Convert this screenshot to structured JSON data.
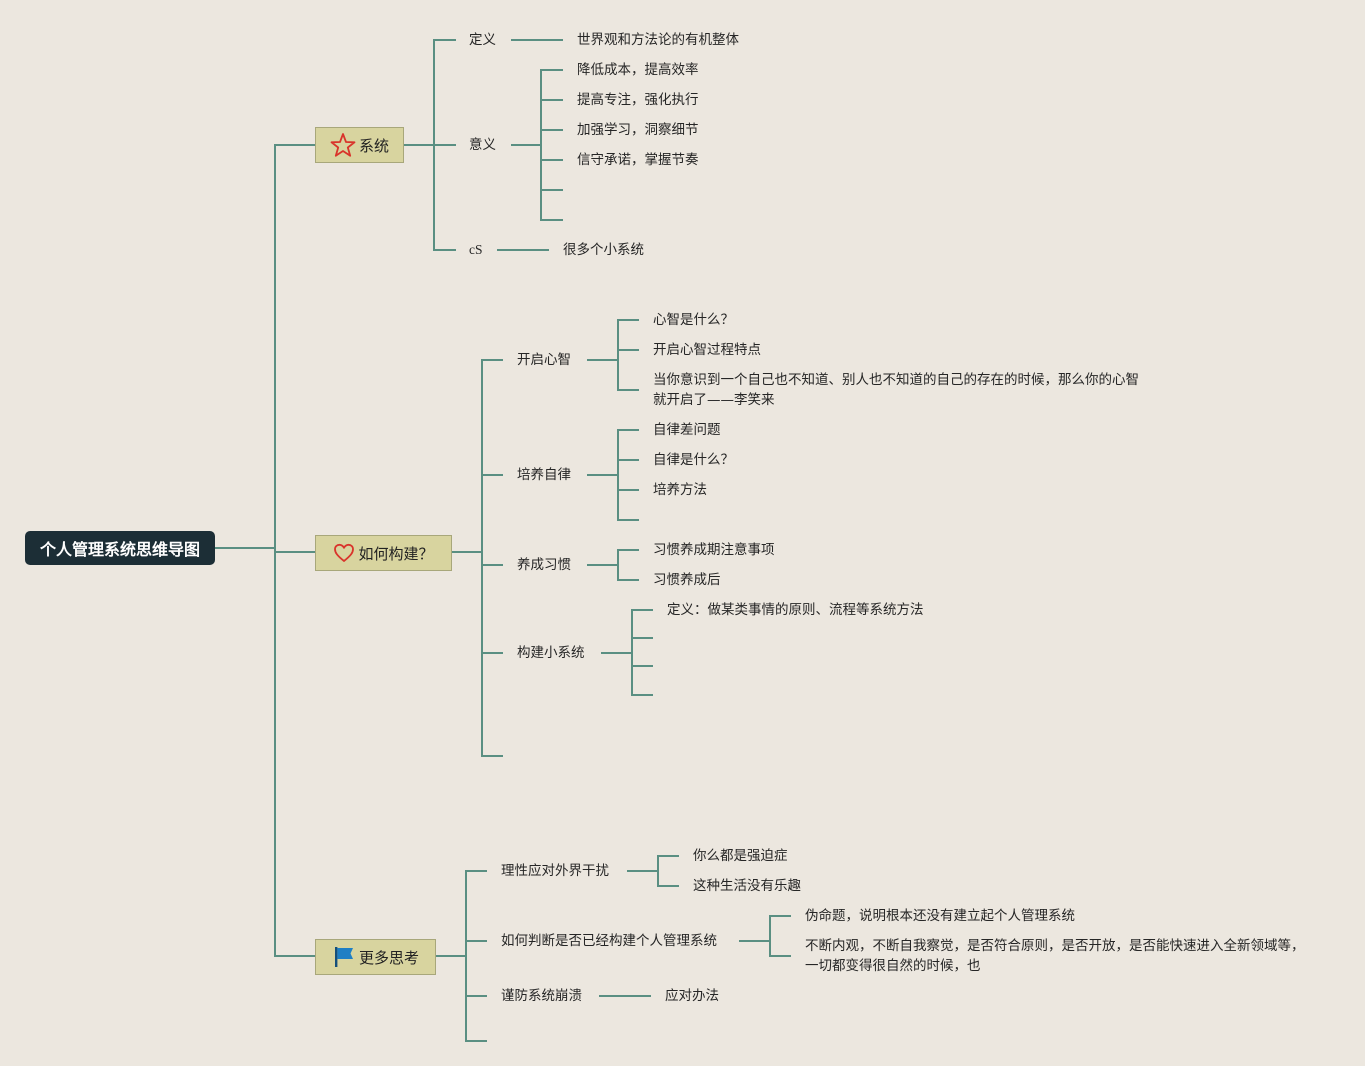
{
  "root": {
    "label": "个人管理系统思维导图"
  },
  "branches": {
    "system": {
      "label": "系统",
      "icon": "star-icon",
      "definition": {
        "label": "定义",
        "detail": "世界观和方法论的有机整体"
      },
      "meaning": {
        "label": "意义",
        "items": [
          "降低成本，提高效率",
          "提高专注，强化执行",
          "加强学习，洞察细节",
          "信守承诺，掌握节奏"
        ]
      },
      "cs": {
        "label": "cS",
        "detail": "很多个小系统"
      }
    },
    "build": {
      "label": "如何构建？",
      "icon": "heart-icon",
      "mind": {
        "label": "开启心智",
        "items": [
          "心智是什么？",
          "开启心智过程特点",
          "当你意识到一个自己也不知道、别人也不知道的自己的存在的时候，那么你的心智就开启了——李笑来"
        ]
      },
      "discipline": {
        "label": "培养自律",
        "items": [
          "自律差问题",
          "自律是什么？",
          "培养方法"
        ]
      },
      "habit": {
        "label": "养成习惯",
        "items": [
          "习惯养成期注意事项",
          "习惯养成后"
        ]
      },
      "subsystem": {
        "label": "构建小系统",
        "items": [
          "定义：做某类事情的原则、流程等系统方法"
        ]
      }
    },
    "more": {
      "label": "更多思考",
      "icon": "flag-icon",
      "rational": {
        "label": "理性应对外界干扰",
        "items": [
          "你么都是强迫症",
          "这种生活没有乐趣"
        ]
      },
      "judge": {
        "label": "如何判断是否已经构建个人管理系统",
        "items": [
          "伪命题，说明根本还没有建立起个人管理系统",
          "不断内观，不断自我察觉，是否符合原则，是否开放，是否能快速进入全新领域等，一切都变得很自然的时候，也"
        ]
      },
      "guard": {
        "label": "谨防系统崩溃",
        "detail": "应对办法"
      }
    }
  },
  "colors": {
    "background": "#ece7df",
    "connector": "#5a8f82",
    "root_fill": "#1c2e36",
    "branch_fill": "#d8d49f",
    "star": "#d9342b",
    "heart": "#d9342b",
    "flag": "#1f7fc4"
  }
}
